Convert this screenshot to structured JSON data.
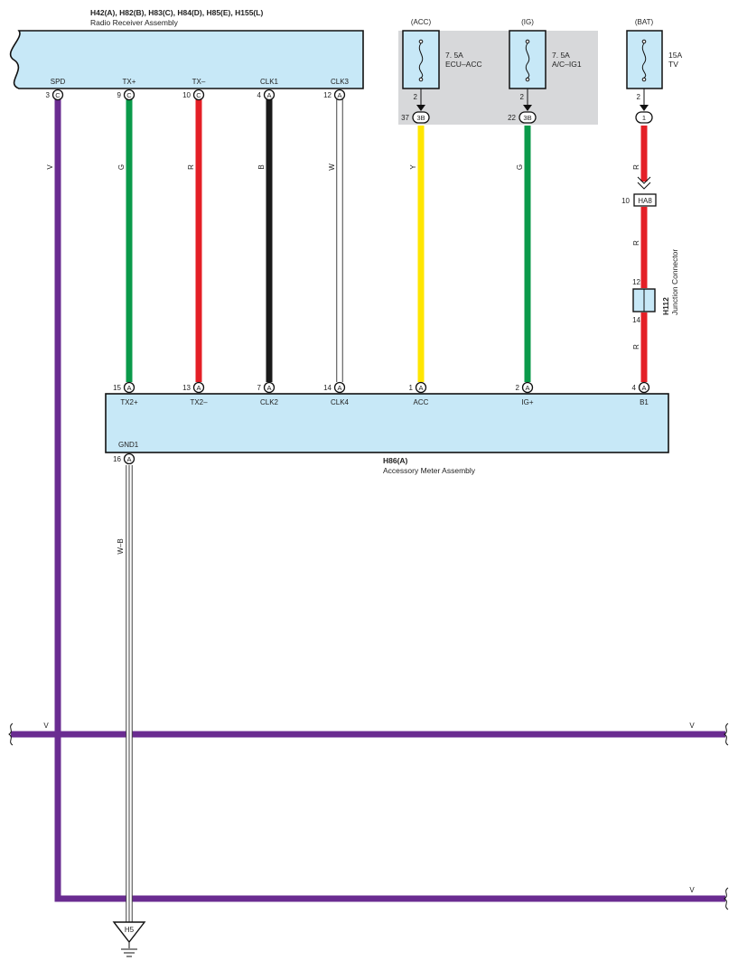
{
  "radio": {
    "title": "H42(A), H82(B), H83(C), H84(D), H85(E), H155(L)",
    "subtitle": "Radio Receiver Assembly",
    "terminals": [
      {
        "name": "SPD",
        "pin": "3",
        "conn": "C"
      },
      {
        "name": "TX+",
        "pin": "9",
        "conn": "C"
      },
      {
        "name": "TX–",
        "pin": "10",
        "conn": "C"
      },
      {
        "name": "CLK1",
        "pin": "4",
        "conn": "A"
      },
      {
        "name": "CLK3",
        "pin": "12",
        "conn": "A"
      }
    ]
  },
  "fuses": {
    "acc": {
      "source": "(ACC)",
      "rating": "7. 5A",
      "name": "ECU–ACC",
      "out_pin": "2",
      "jb_pin": "37",
      "jb_conn": "3B"
    },
    "ig": {
      "source": "(IG)",
      "rating": "7. 5A",
      "name": "A/C–IG1",
      "out_pin": "2",
      "jb_pin": "22",
      "jb_conn": "3B"
    },
    "bat": {
      "source": "(BAT)",
      "rating": "15A",
      "name": "TV",
      "out_pin": "2",
      "jb_conn": "1"
    }
  },
  "wires": {
    "spd": {
      "color_code": "V",
      "hex": "#6a2c91"
    },
    "tx_plus": {
      "color_code": "G",
      "hex": "#0a9a4a"
    },
    "tx_minus": {
      "color_code": "R",
      "hex": "#e41f26"
    },
    "clk1": {
      "color_code": "B",
      "hex": "#1a1a1a"
    },
    "clk3": {
      "color_code": "W",
      "hex": "#ffffff"
    },
    "acc": {
      "color_code": "Y",
      "hex": "#ffe600"
    },
    "ig": {
      "color_code": "G",
      "hex": "#0a9a4a"
    },
    "bat_1": {
      "color_code": "R",
      "hex": "#e41f26"
    },
    "bat_2": {
      "color_code": "R",
      "hex": "#e41f26"
    },
    "bat_3": {
      "color_code": "R",
      "hex": "#e41f26"
    },
    "gnd": {
      "color_code": "W–B",
      "hex": "#ffffff"
    },
    "bus_1": {
      "color_code": "V",
      "hex": "#6a2c91"
    },
    "bus_1_right": {
      "color_code": "V"
    },
    "bus_2": {
      "color_code": "V",
      "hex": "#6a2c91"
    }
  },
  "ha8": {
    "pin": "10",
    "label": "HA8"
  },
  "junction": {
    "pin_top": "12",
    "pin_bottom": "14",
    "code": "H112",
    "name": "Junction Connector"
  },
  "meter": {
    "code": "H86(A)",
    "name": "Accessory Meter Assembly",
    "terminals": [
      {
        "name": "TX2+",
        "pin": "15",
        "conn": "A"
      },
      {
        "name": "TX2–",
        "pin": "13",
        "conn": "A"
      },
      {
        "name": "CLK2",
        "pin": "7",
        "conn": "A"
      },
      {
        "name": "CLK4",
        "pin": "14",
        "conn": "A"
      },
      {
        "name": "ACC",
        "pin": "1",
        "conn": "A"
      },
      {
        "name": "IG+",
        "pin": "2",
        "conn": "A"
      },
      {
        "name": "B1",
        "pin": "4",
        "conn": "A"
      }
    ],
    "gnd": {
      "name": "GND1",
      "pin": "16",
      "conn": "A"
    }
  },
  "ground": {
    "label": "H5"
  }
}
